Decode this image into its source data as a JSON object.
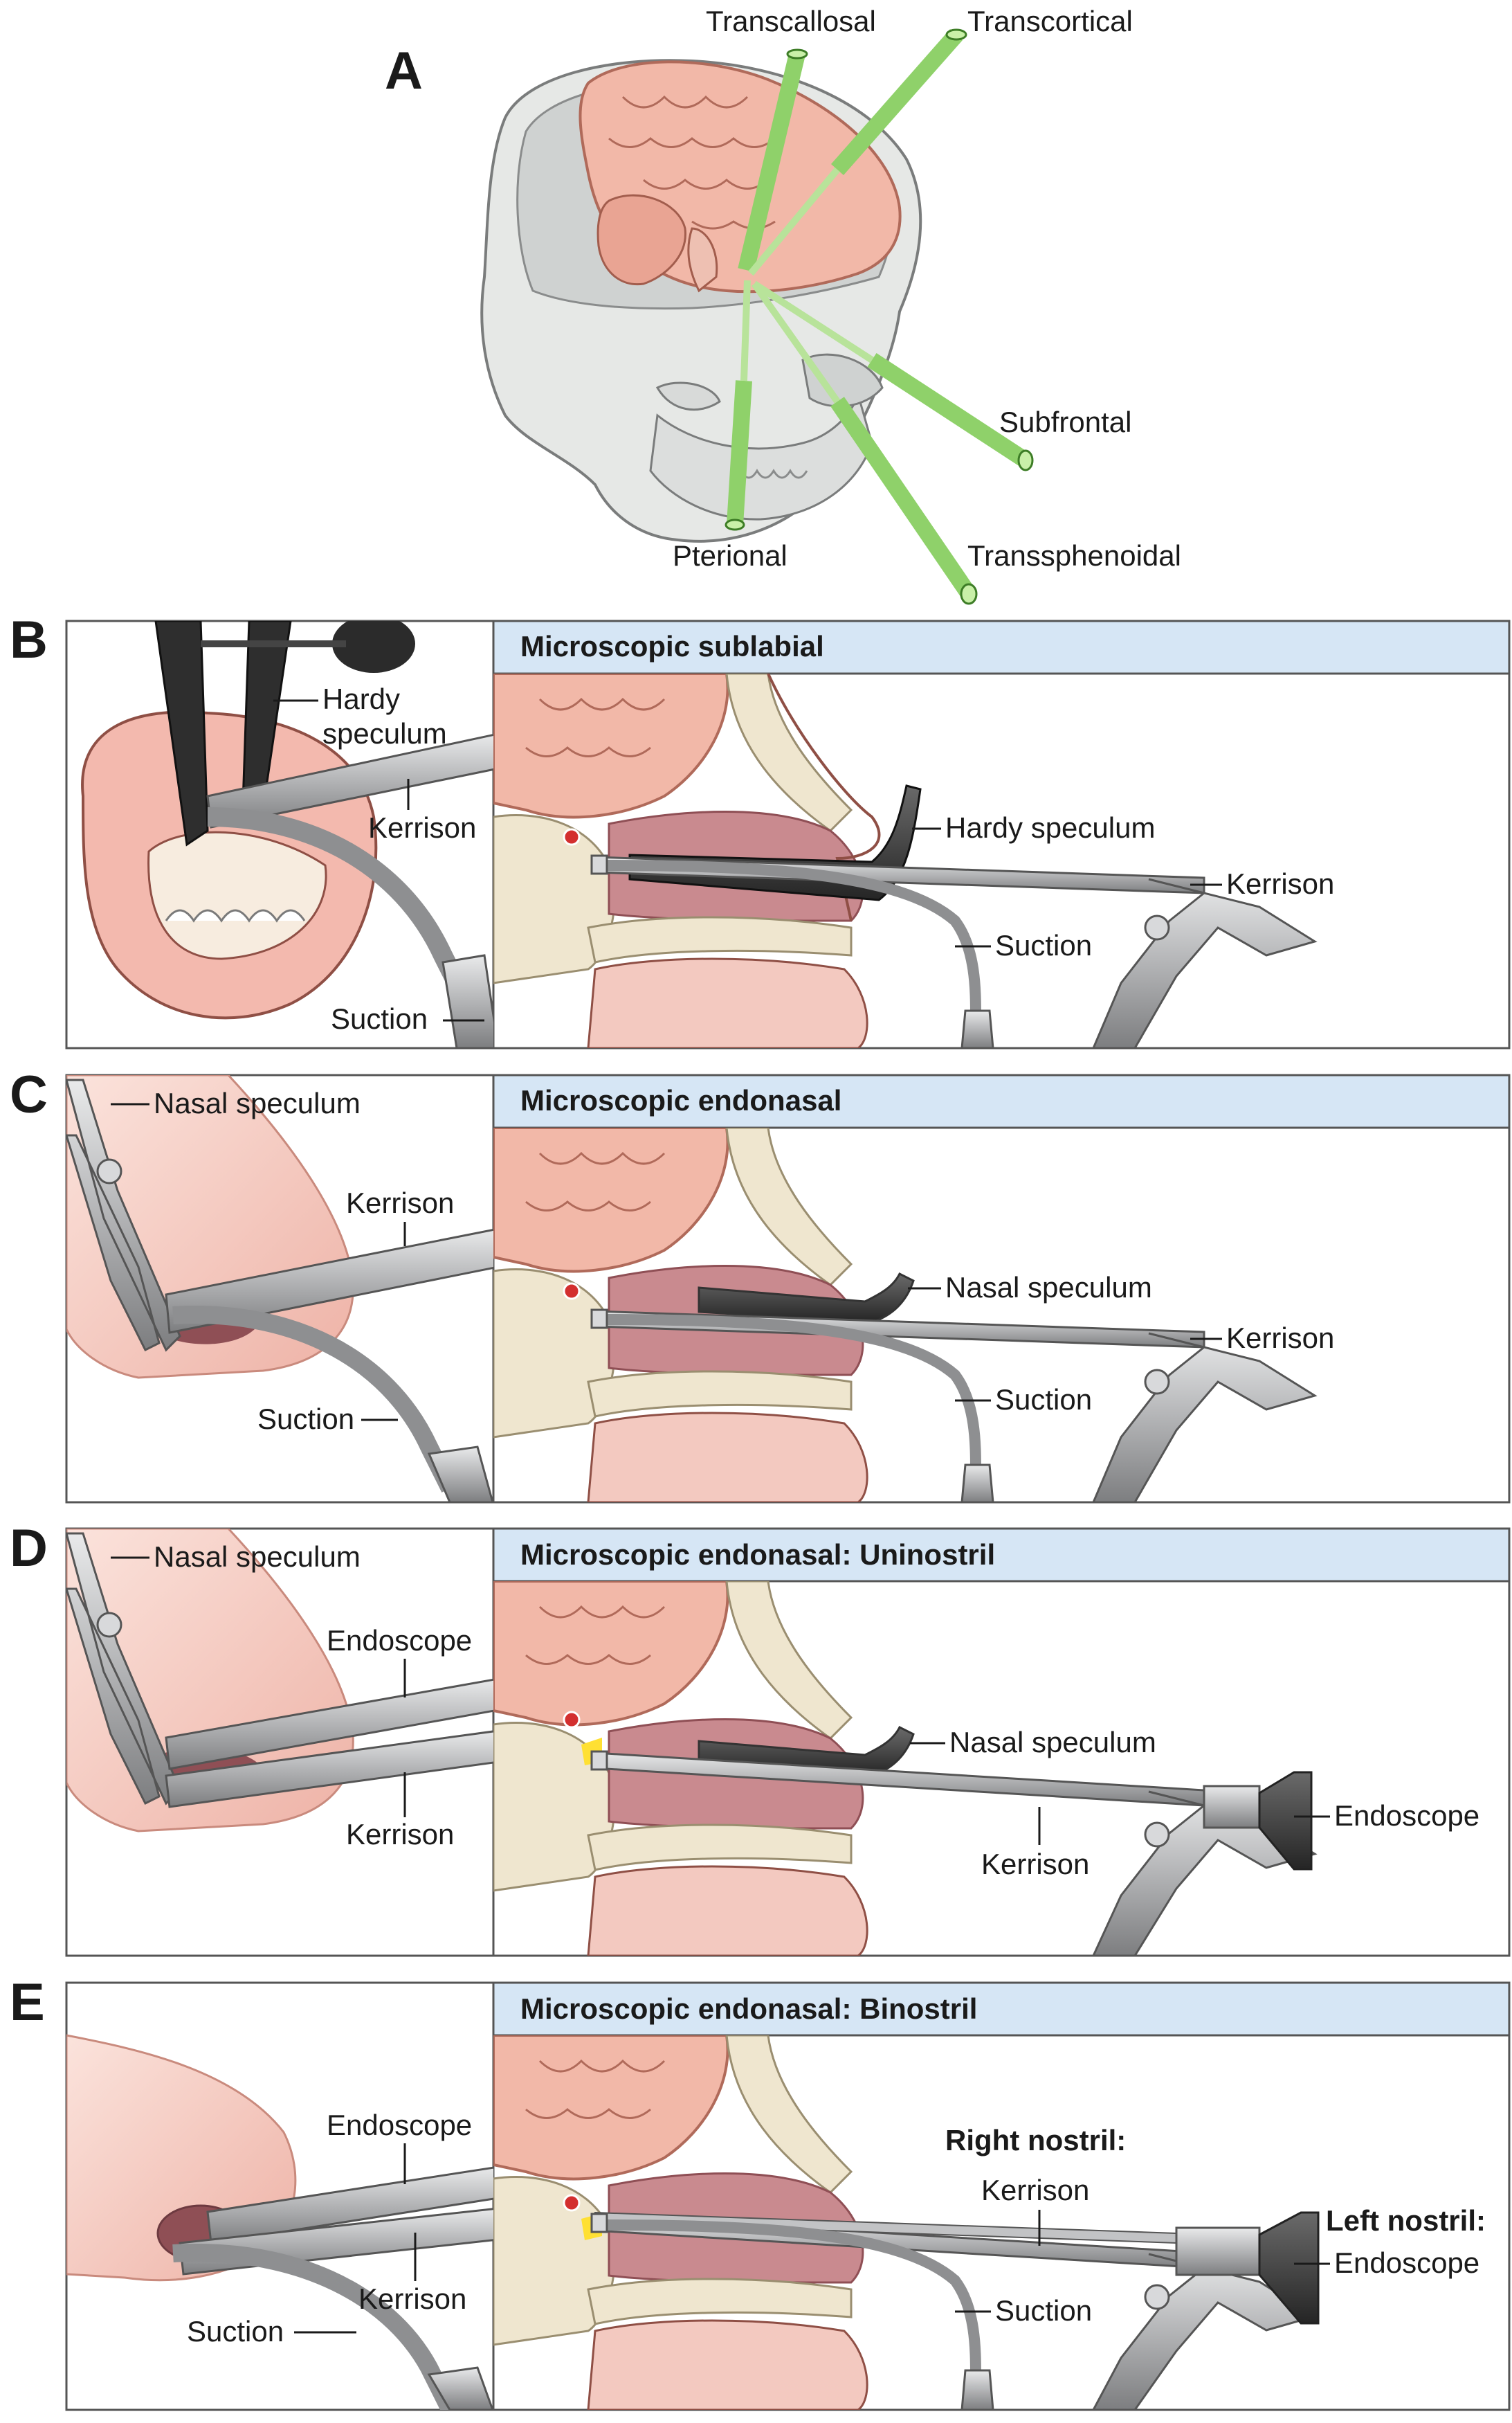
{
  "panel_a": {
    "letter": "A",
    "approaches": {
      "transcallosal": "Transcallosal",
      "transcortical": "Transcortical",
      "subfrontal": "Subfrontal",
      "pterional": "Pterional",
      "transsphenoidal": "Transsphenoidal"
    }
  },
  "panel_b": {
    "letter": "B",
    "title": "Microscopic sublabial",
    "left_labels": {
      "speculum": [
        "Hardy",
        "speculum"
      ],
      "kerrison": "Kerrison",
      "suction": "Suction"
    },
    "right_labels": {
      "speculum": "Hardy speculum",
      "kerrison": "Kerrison",
      "suction": "Suction"
    }
  },
  "panel_c": {
    "letter": "C",
    "title": "Microscopic endonasal",
    "left_labels": {
      "speculum": "Nasal speculum",
      "kerrison": "Kerrison",
      "suction": "Suction"
    },
    "right_labels": {
      "speculum": "Nasal speculum",
      "kerrison": "Kerrison",
      "suction": "Suction"
    }
  },
  "panel_d": {
    "letter": "D",
    "title": "Microscopic endonasal: Uninostril",
    "left_labels": {
      "speculum": "Nasal speculum",
      "endoscope": "Endoscope",
      "kerrison": "Kerrison"
    },
    "right_labels": {
      "speculum": "Nasal speculum",
      "kerrison": "Kerrison",
      "endoscope": "Endoscope"
    }
  },
  "panel_e": {
    "letter": "E",
    "title": "Microscopic endonasal: Binostril",
    "left_labels": {
      "endoscope": "Endoscope",
      "kerrison": "Kerrison",
      "suction": "Suction"
    },
    "right_labels": {
      "right_nostril": "Right nostril:",
      "kerrison": "Kerrison",
      "left_nostril": "Left nostril:",
      "endoscope": "Endoscope",
      "suction": "Suction"
    }
  },
  "colors": {
    "header_blue": "#d6e6f5",
    "brain_pink": "#f2b8a8",
    "tissue_pink": "#f3c9c0",
    "sinus_rose": "#c98a8f",
    "bone_beige": "#efe6cf",
    "skull_gray": "#e6e8e6",
    "approach_green": "#8fd16a",
    "instrument_gray": "#a9aaab"
  }
}
